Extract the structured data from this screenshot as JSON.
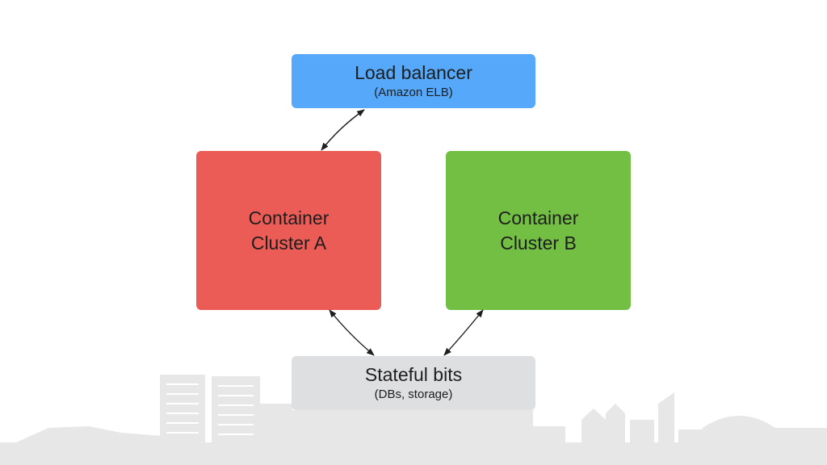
{
  "colors": {
    "load_balancer": "#55a8fa",
    "cluster_a": "#ec5c57",
    "cluster_b": "#72bf44",
    "stateful": "#dedfe1",
    "skyline": "#e7e7e8",
    "arrow": "#1e1e1e"
  },
  "load_balancer": {
    "title": "Load balancer",
    "subtitle": "(Amazon ELB)"
  },
  "cluster_a": {
    "line1": "Container",
    "line2": "Cluster A"
  },
  "cluster_b": {
    "line1": "Container",
    "line2": "Cluster B"
  },
  "stateful": {
    "title": "Stateful bits",
    "subtitle": "(DBs, storage)"
  }
}
